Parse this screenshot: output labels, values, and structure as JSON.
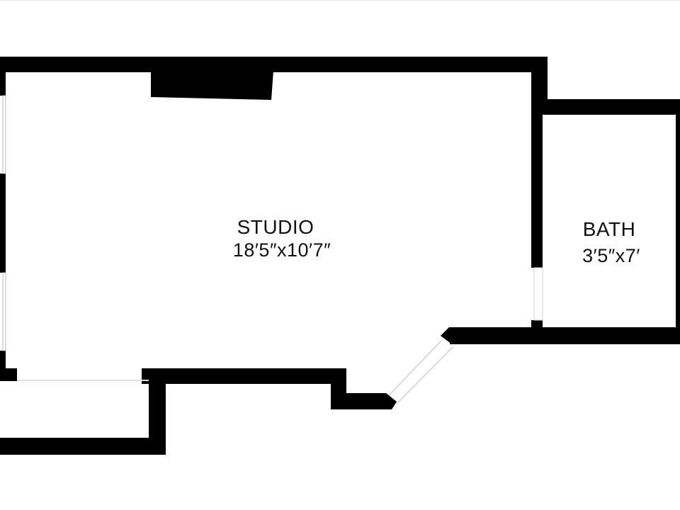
{
  "colors": {
    "wall": "#000000",
    "floor": "#ffffff",
    "opening_frame": "#d9d9d9",
    "text": "#111111"
  },
  "rooms": [
    {
      "name": "STUDIO",
      "dimensions": "18′5″x10′7″"
    },
    {
      "name": "BATH",
      "dimensions": "3′5″x7′"
    }
  ]
}
